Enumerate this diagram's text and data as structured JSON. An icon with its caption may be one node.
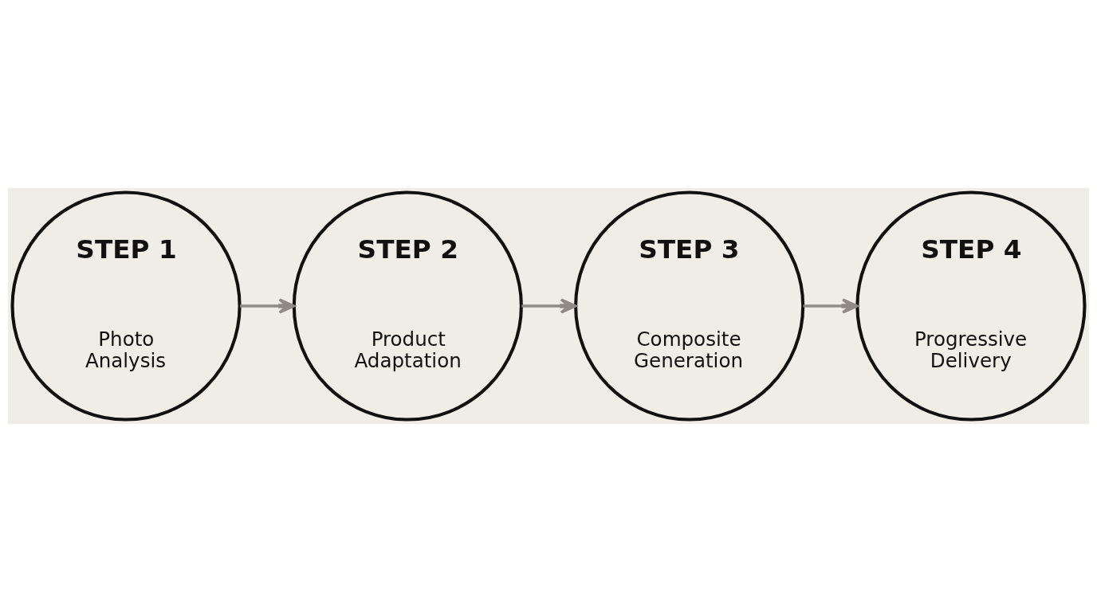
{
  "diagram": {
    "nodes": [
      {
        "text": [
          "STEP 1",
          "Photo Analysis"
        ]
      },
      {
        "text": [
          "STEP 2",
          "Product Adaptation"
        ]
      },
      {
        "text": [
          "STEP 3",
          "Composite Generation"
        ]
      },
      {
        "text": [
          "STEP 4",
          "Progressive Delivery"
        ]
      }
    ],
    "edges": [
      {
        "from": 0,
        "to": 1,
        "arrow": "to"
      },
      {
        "from": 1,
        "to": 2,
        "arrow": "to"
      },
      {
        "from": 2,
        "to": 3,
        "arrow": "to"
      }
    ]
  }
}
